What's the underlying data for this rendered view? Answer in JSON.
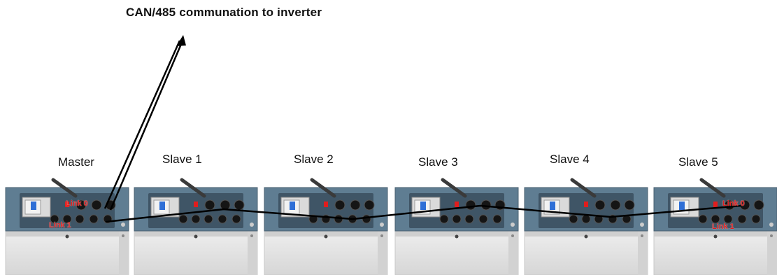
{
  "title": "CAN/485 communation to inverter",
  "units": [
    {
      "label": "Master",
      "link_out": "Link 0",
      "link_in": "Link 1"
    },
    {
      "label": "Slave 1"
    },
    {
      "label": "Slave 2"
    },
    {
      "label": "Slave 3"
    },
    {
      "label": "Slave 4"
    },
    {
      "label": "Slave 5",
      "link_out": "Link 0",
      "link_in": "Link 1"
    }
  ],
  "colors": {
    "panel": "#5f7d92",
    "panel_dark": "#3f5566",
    "body": "#e4e4e4",
    "accent_red": "#e11d1d",
    "cable": "#000000"
  }
}
